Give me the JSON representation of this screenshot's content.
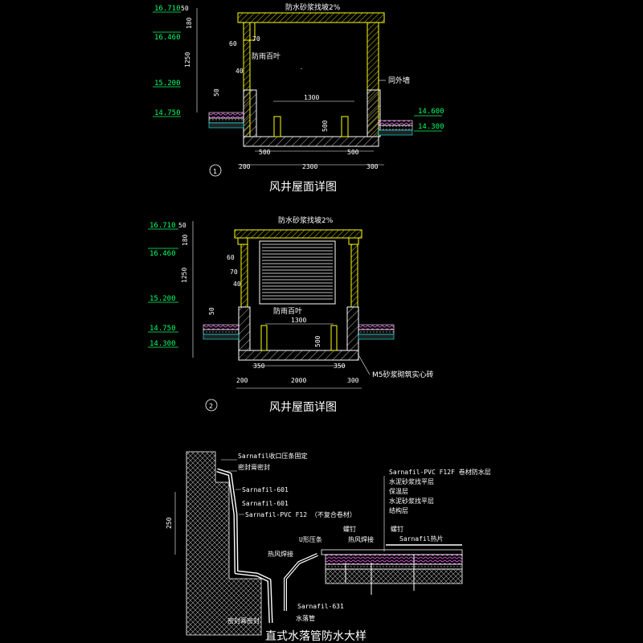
{
  "colors": {
    "background": "#000000",
    "wall": "#ffff00",
    "line": "#ffffff",
    "elevation": "#00ff66",
    "dim": "#ffffff",
    "hatch": "#c0c0c0",
    "insulation": "#00ffff",
    "bedding": "#ff80ff"
  },
  "drawing1": {
    "number": "1",
    "title": "风井屋面详图",
    "top_note": "防水砂浆找坡2%",
    "louver_label": "防雨百叶",
    "wall_label": "同外墙",
    "elevations_left": [
      "16.710",
      "16.460",
      "15.200",
      "14.750"
    ],
    "elevations_right": [
      "14.600",
      "14.300"
    ],
    "dims_vertical": [
      "50",
      "180",
      "1250",
      "40",
      "50",
      "500"
    ],
    "dims_small": [
      "60",
      "70"
    ],
    "dims_inner": "1300",
    "dims_bottom_inner": [
      "500",
      "500"
    ],
    "dims_bottom": [
      "200",
      "2300",
      "300"
    ]
  },
  "drawing2": {
    "number": "2",
    "title": "风井屋面详图",
    "top_note": "防水砂浆找坡2%",
    "louver_label": "防雨百叶",
    "fill_label": "M5砂浆砌筑实心砖",
    "elevations_left": [
      "16.710",
      "16.460",
      "15.200",
      "14.750",
      "14.300"
    ],
    "dims_vertical": [
      "50",
      "180",
      "1250",
      "40",
      "50",
      "500"
    ],
    "dims_small": [
      "60",
      "70"
    ],
    "dims_inner": "1300",
    "dims_bottom_inner": [
      "350",
      "350"
    ],
    "dims_bottom": [
      "200",
      "2000",
      "300"
    ]
  },
  "drawing3": {
    "title": "直式水落管防水大样",
    "dim_height": "250",
    "labels_left": [
      "Sarnafil收口压条固定",
      "密封膏密封",
      "Sarnafil-601",
      "Sarnafil-601",
      "Sarnafil-PVC F12 （不复合卷材）",
      "热风焊接",
      "Sarnafil-631",
      "水落管",
      "密封膏密封"
    ],
    "labels_mid": [
      "螺钉",
      "U形压条",
      "热风焊接",
      "螺钉",
      "Sarnafil热片"
    ],
    "layers_right": [
      "Sarnafil-PVC F12F 卷材防水层",
      "水泥砂浆找平层",
      "保温层",
      "水泥砂浆找平层",
      "结构层"
    ]
  }
}
